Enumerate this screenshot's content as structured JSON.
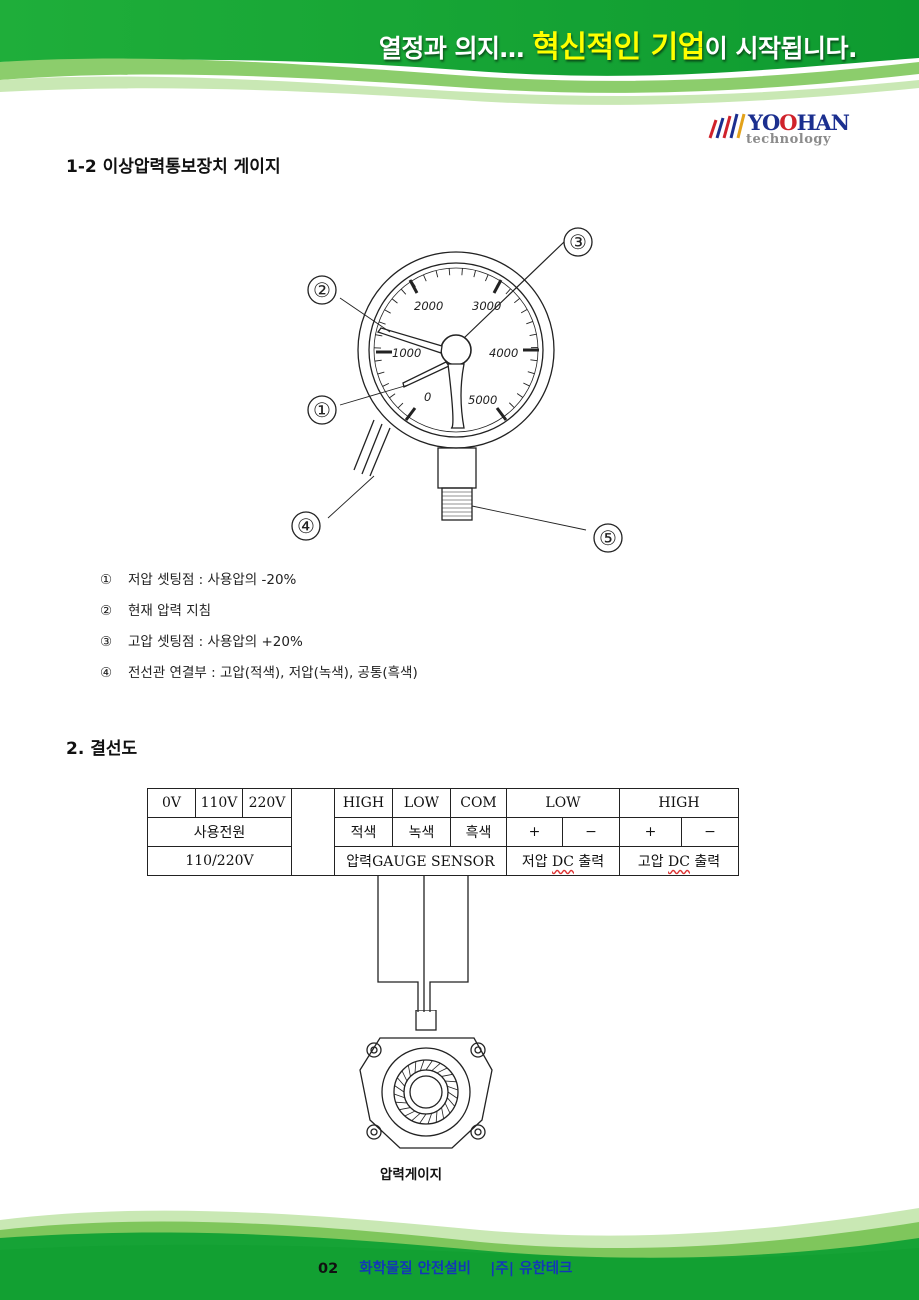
{
  "header": {
    "slogan_pre": "열정과 의지…",
    "slogan_highlight": "혁신적인 기업",
    "slogan_post": "이 시작됩니다."
  },
  "logo": {
    "name_a": "YO",
    "name_b": "O",
    "name_c": "HAN",
    "sub": "technology"
  },
  "section_1": {
    "title": "1-2 이상압력통보장치 게이지"
  },
  "gauge": {
    "scale_labels": [
      "0",
      "1000",
      "2000",
      "3000",
      "4000",
      "5000"
    ],
    "callouts": [
      "①",
      "②",
      "③",
      "④",
      "⑤"
    ]
  },
  "legend": [
    {
      "num": "①",
      "text": "저압 셋팅점 : 사용압의 -20%"
    },
    {
      "num": "②",
      "text": "현재 압력 지침"
    },
    {
      "num": "③",
      "text": "고압 셋팅점 : 사용압의 +20%"
    },
    {
      "num": "④",
      "text": "전선관 연결부 : 고압(적색), 저압(녹색), 공통(흑색)"
    }
  ],
  "section_2": {
    "title": "2. 결선도"
  },
  "wiring": {
    "row1": [
      "0V",
      "110V",
      "220V",
      "",
      "HIGH",
      "LOW",
      "COM",
      "LOW",
      "HIGH"
    ],
    "row2": [
      "사용전원",
      "적색",
      "녹색",
      "흑색",
      "+",
      "−",
      "+",
      "−"
    ],
    "row3_sensor_ko": "압력",
    "row3_sensor_en": "GAUGE SENSOR",
    "row3_low_a": "저압",
    "row3_dc": "DC",
    "row3_low_b": "출력",
    "row3_high_a": "고압",
    "row3_high_b": "출력",
    "voltage": "110/220V"
  },
  "pressure_gauge": {
    "label": "압력게이지"
  },
  "footer": {
    "page": "02",
    "desc": "화학물질 안전설비",
    "company": "|주| 유한테크"
  },
  "colors": {
    "green_dark": "#16a336",
    "green_light": "#a6d98a",
    "yellow": "#ffff00",
    "blue": "#1237b8"
  }
}
